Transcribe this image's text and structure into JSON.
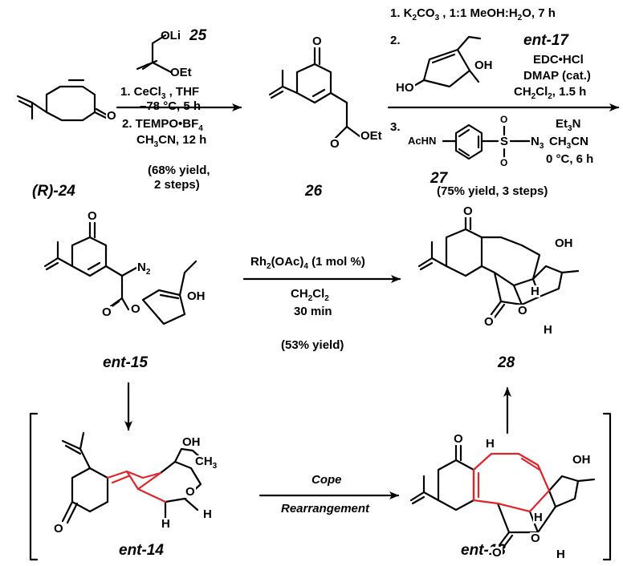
{
  "compounds": {
    "c24": "(R)-24",
    "c26": "26",
    "cent15": "ent-15",
    "c28": "28",
    "cent14": "ent-14",
    "cent13": "ent-13",
    "c25": "25",
    "cent17": "ent-17",
    "c27": "27"
  },
  "step1": {
    "reagent_li": "OLi",
    "reagent_oet": "OEt",
    "cond1": "1. CeCl",
    "cond1_sub": "3",
    "cond1_tail": " , THF",
    "cond1_temp": "–78 °C, 5 h",
    "cond2": "2. TEMPO•BF",
    "cond2_sub": "4",
    "cond2_solvent_a": "CH",
    "cond2_solvent_sub": "3",
    "cond2_solvent_b": "CN, 12 h",
    "yield": "(68% yield,",
    "yield2": "2 steps)"
  },
  "step2": {
    "cond1_a": "1. K",
    "cond1_sub1": "2",
    "cond1_b": "CO",
    "cond1_sub2": "3",
    "cond1_c": " , 1:1 MeOH:H",
    "cond1_sub3": "2",
    "cond1_d": "O, 7 h",
    "num2": "2.",
    "edc": "EDC•HCl",
    "dmap": "DMAP (cat.)",
    "ch2cl2_a": "CH",
    "ch2cl2_sub1": "2",
    "ch2cl2_b": "Cl",
    "ch2cl2_sub2": "2",
    "ch2cl2_c": ", 1.5 h",
    "num3": "3.",
    "et3n_a": "Et",
    "et3n_sub": "3",
    "et3n_b": "N",
    "ch3cn_a": "CH",
    "ch3cn_sub": "3",
    "ch3cn_b": "CN",
    "temp": "0 °C, 6 h",
    "yield": "(75% yield, 3 steps)",
    "acnh": "AcHN",
    "n3_a": "N",
    "n3_sub": "3"
  },
  "step3": {
    "cat_a": "Rh",
    "cat_sub1": "2",
    "cat_b": "(OAc)",
    "cat_sub2": "4",
    "cat_c": " (1 mol %)",
    "solv_a": "CH",
    "solv_sub1": "2",
    "solv_b": "Cl",
    "solv_sub2": "2",
    "time": "30 min",
    "yield": "(53% yield)"
  },
  "step4": {
    "line1": "Cope",
    "line2": "Rearrangement"
  },
  "atoms": {
    "O": "O",
    "OH": "OH",
    "OEt": "OEt",
    "HO": "HO",
    "H": "H",
    "N2": "N",
    "N2_sub": "2",
    "S": "S",
    "CH3": "CH",
    "CH3_sub": "3"
  },
  "colors": {
    "bond": "#000000",
    "highlight": "#e0242a"
  }
}
